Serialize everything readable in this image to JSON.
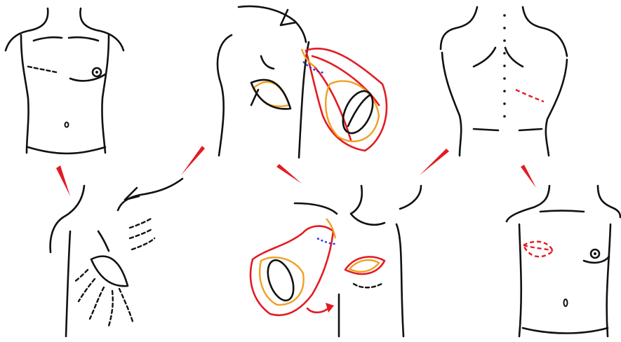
{
  "colors": {
    "ink": "#111111",
    "incision_red": "#e31b23",
    "fat_orange": "#f0a020",
    "vessel_blue": "#2b3ccf",
    "background": "#ffffff"
  },
  "panels": [
    {
      "id": "torso-front-incision-plan"
    },
    {
      "id": "shoulder-flap-elevation"
    },
    {
      "id": "back-donor-site"
    },
    {
      "id": "chest-implant-pocket"
    },
    {
      "id": "flap-transfer-to-chest"
    },
    {
      "id": "reconstructed-breast-result"
    }
  ],
  "arrows": {
    "count": 5,
    "icon": "red-wedge-arrow"
  }
}
